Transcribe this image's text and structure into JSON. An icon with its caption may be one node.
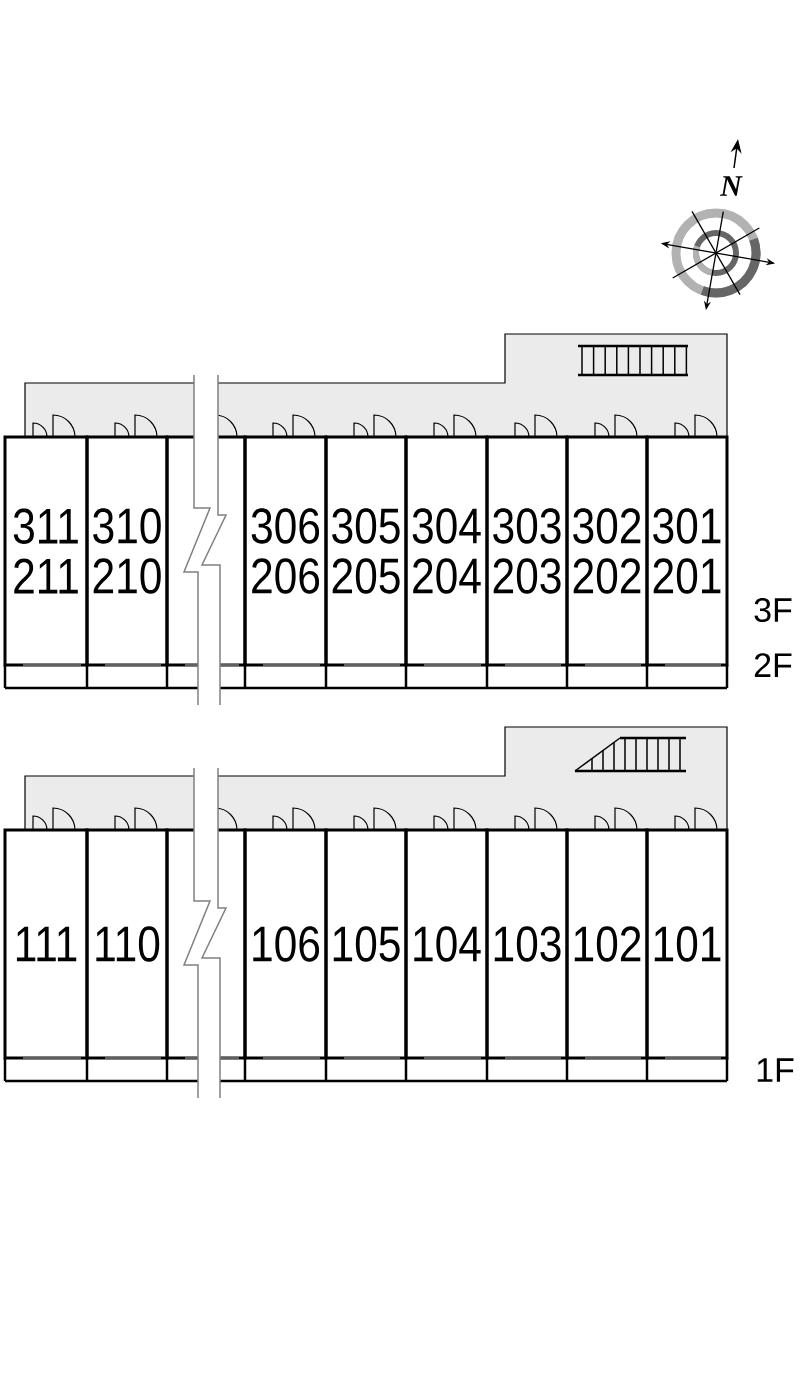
{
  "diagram": {
    "nodes": [
      {
        "text": [
          "311",
          "211"
        ]
      },
      {
        "text": [
          "310",
          "210"
        ]
      },
      {
        "text": [],
        "shape": "box"
      },
      {
        "text": [
          "306",
          "206"
        ]
      },
      {
        "text": [
          "305",
          "205"
        ]
      },
      {
        "text": [
          "304",
          "204"
        ]
      },
      {
        "text": [
          "303",
          "203"
        ]
      },
      {
        "text": [
          "302",
          "202"
        ]
      },
      {
        "text": [
          "301",
          "201"
        ]
      },
      {
        "text": [
          "111"
        ]
      },
      {
        "text": [
          "110"
        ]
      },
      {
        "text": [],
        "shape": "box"
      },
      {
        "text": [
          "106"
        ]
      },
      {
        "text": [
          "105"
        ]
      },
      {
        "text": [
          "104"
        ]
      },
      {
        "text": [
          "103"
        ]
      },
      {
        "text": [
          "102"
        ]
      },
      {
        "text": [
          "101"
        ]
      }
    ],
    "labels": [
      "N",
      "3F",
      "2F",
      "1F"
    ]
  }
}
